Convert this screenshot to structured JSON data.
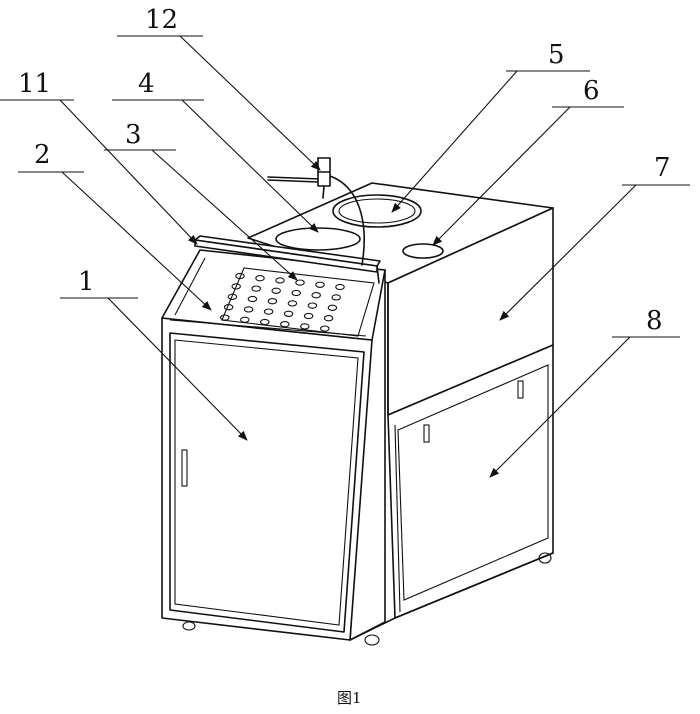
{
  "figure": {
    "caption": "图1",
    "labels": [
      "1",
      "2",
      "3",
      "4",
      "5",
      "6",
      "7",
      "8",
      "11",
      "12"
    ],
    "colors": {
      "line": "#111111",
      "background": "#ffffff"
    }
  }
}
